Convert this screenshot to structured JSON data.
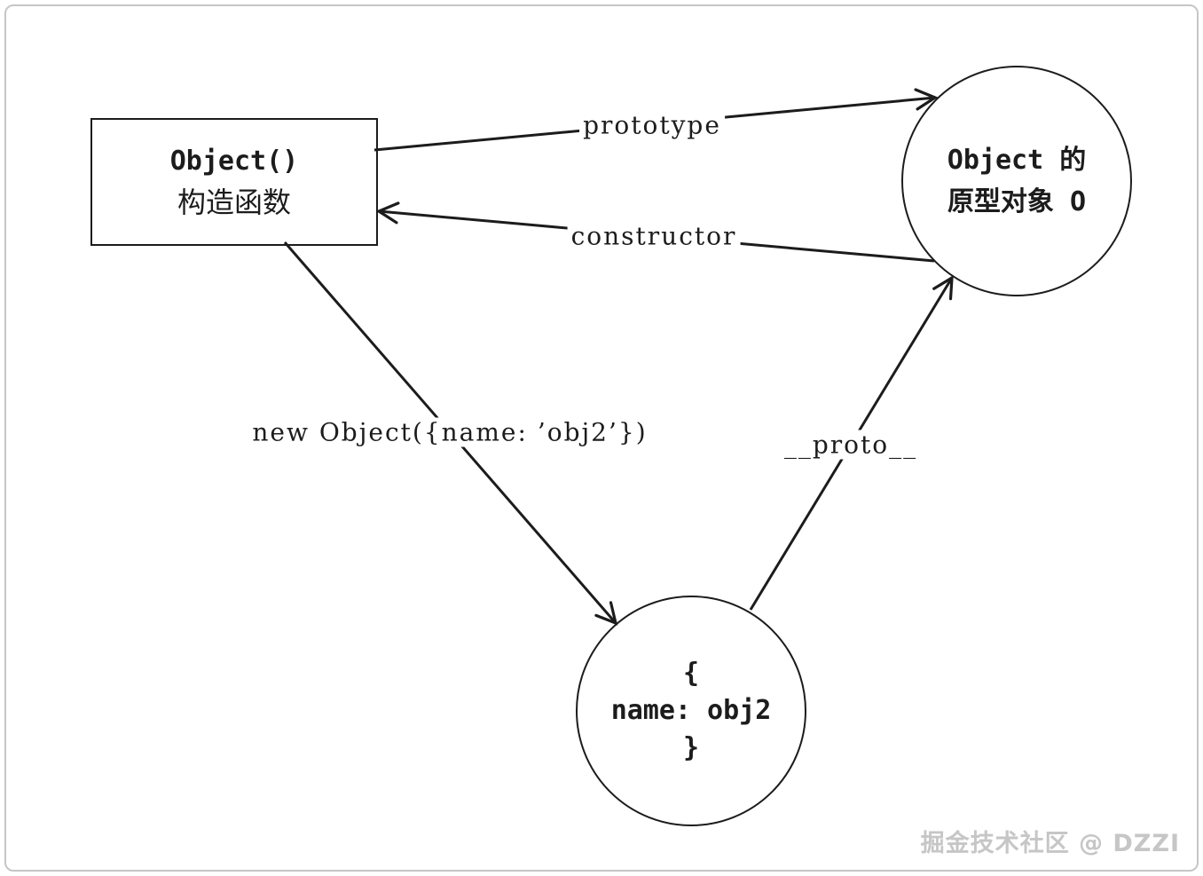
{
  "nodes": {
    "constructor_box": {
      "title": "Object()",
      "subtitle": "构造函数"
    },
    "prototype_circle": {
      "title": "Object 的",
      "subtitle": "原型对象 O"
    },
    "instance_circle": {
      "brace_open": "{",
      "body": "name: obj2",
      "brace_close": "}"
    }
  },
  "edges": {
    "prototype_label": "prototype",
    "constructor_label": "constructor",
    "new_object_label": "new Object({name: ’obj2’})",
    "proto_label": "__proto__"
  },
  "watermark": "掘金技术社区 @ DZZI",
  "colors": {
    "stroke": "#1c1c1c",
    "background": "#ffffff",
    "frame_border": "#c6c6c6",
    "watermark": "#c6c6c6"
  }
}
